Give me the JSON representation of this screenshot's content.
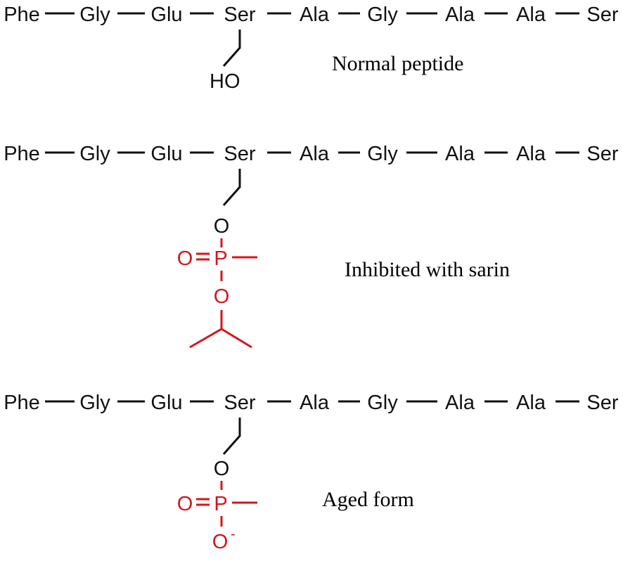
{
  "chain": [
    "Phe",
    "Gly",
    "Glu",
    "Ser",
    "Ala",
    "Gly",
    "Ala",
    "Ala",
    "Ser"
  ],
  "normal": {
    "caption": "Normal peptide",
    "sidechain": "HO"
  },
  "inhibited": {
    "caption": "Inhibited with sarin",
    "o1": "O",
    "oxo": "O",
    "eq": "=",
    "p": "P",
    "o2": "O"
  },
  "aged": {
    "caption": "Aged form",
    "o1": "O",
    "oxo": "O",
    "eq": "=",
    "p": "P",
    "o2": "O",
    "charge": "-"
  },
  "colors": {
    "phosphonyl": "#d4161c",
    "backbone": "#111111"
  }
}
